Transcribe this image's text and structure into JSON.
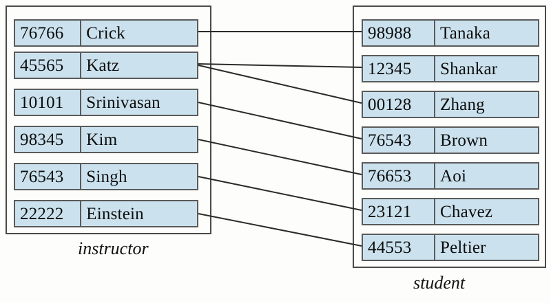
{
  "diagram": {
    "title": "instructor-student relationship diagram",
    "background_color": "#fdfdfb",
    "cell_fill_color": "#cbe2ee",
    "cell_border_color": "#5a5a5a",
    "frame_border_color": "#4a4a4a",
    "connector_color": "#2b2b2b"
  },
  "instructor": {
    "caption": "instructor",
    "rows": [
      {
        "id": "76766",
        "name": "Crick"
      },
      {
        "id": "45565",
        "name": "Katz"
      },
      {
        "id": "10101",
        "name": "Srinivasan"
      },
      {
        "id": "98345",
        "name": "Kim"
      },
      {
        "id": "76543",
        "name": "Singh"
      },
      {
        "id": "22222",
        "name": "Einstein"
      }
    ]
  },
  "student": {
    "caption": "student",
    "rows": [
      {
        "id": "98988",
        "name": "Tanaka"
      },
      {
        "id": "12345",
        "name": "Shankar"
      },
      {
        "id": "00128",
        "name": "Zhang"
      },
      {
        "id": "76543",
        "name": "Brown"
      },
      {
        "id": "76653",
        "name": "Aoi"
      },
      {
        "id": "23121",
        "name": "Chavez"
      },
      {
        "id": "44553",
        "name": "Peltier"
      }
    ]
  },
  "connections": [
    {
      "from": "76766",
      "from_name": "Crick",
      "to": "98988",
      "to_name": "Tanaka"
    },
    {
      "from": "45565",
      "from_name": "Katz",
      "to": "12345",
      "to_name": "Shankar"
    },
    {
      "from": "45565",
      "from_name": "Katz",
      "to": "00128",
      "to_name": "Zhang"
    },
    {
      "from": "10101",
      "from_name": "Srinivasan",
      "to": "76543",
      "to_name": "Brown"
    },
    {
      "from": "98345",
      "from_name": "Kim",
      "to": "76653",
      "to_name": "Aoi"
    },
    {
      "from": "76543",
      "from_name": "Singh",
      "to": "23121",
      "to_name": "Chavez"
    },
    {
      "from": "22222",
      "from_name": "Einstein",
      "to": "44553",
      "to_name": "Peltier"
    }
  ]
}
